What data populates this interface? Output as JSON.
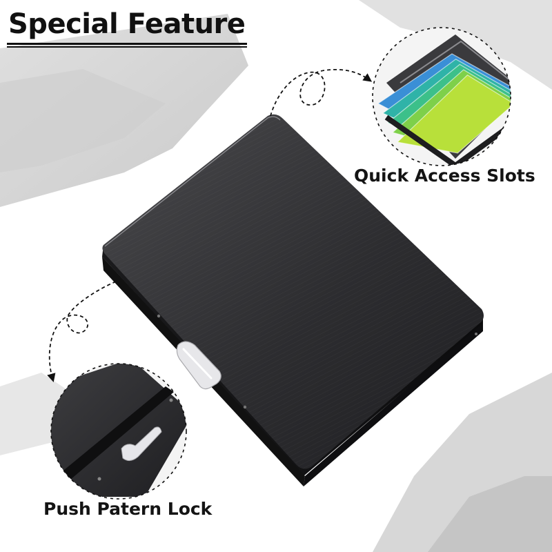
{
  "title": "Special Feature",
  "features": [
    {
      "label": "Quick Access Slots",
      "icon": "card-slots-closeup"
    },
    {
      "label": "Push Patern Lock",
      "icon": "push-lock-closeup"
    }
  ],
  "card_colors": [
    "#3a8fd6",
    "#2fb3a8",
    "#3cc08a",
    "#7ed04a",
    "#b8e03a"
  ],
  "colors": {
    "case": "#2b2b2d",
    "accent": "#111111",
    "background": "#ffffff"
  }
}
